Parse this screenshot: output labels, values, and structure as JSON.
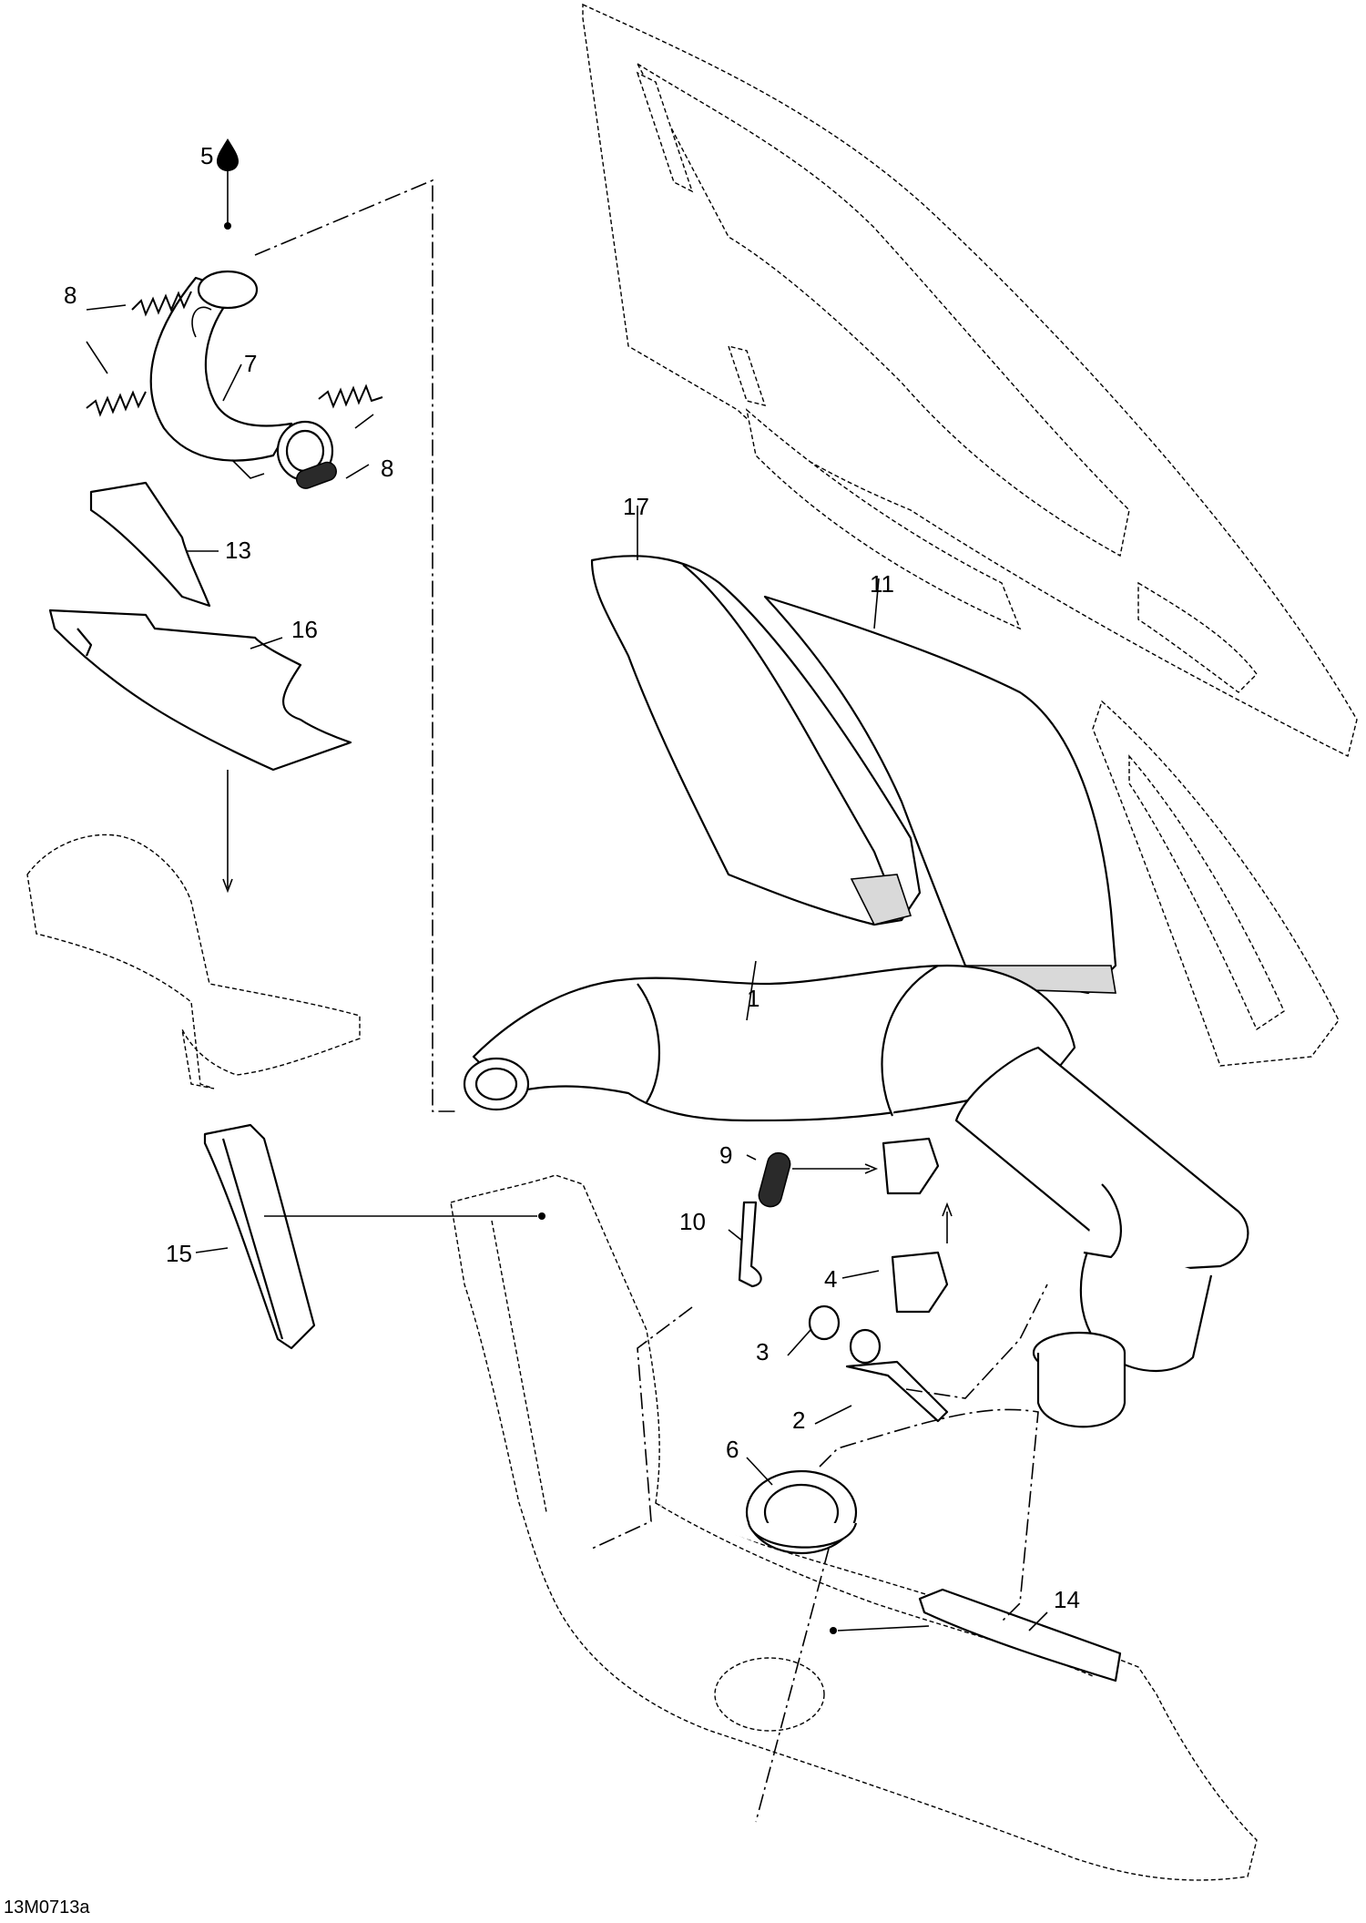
{
  "drawing_code": "13M0713a",
  "callouts": [
    {
      "id": "1",
      "text": "1"
    },
    {
      "id": "2",
      "text": "2"
    },
    {
      "id": "3",
      "text": "3"
    },
    {
      "id": "4",
      "text": "4"
    },
    {
      "id": "5",
      "text": "5"
    },
    {
      "id": "6",
      "text": "6"
    },
    {
      "id": "7",
      "text": "7"
    },
    {
      "id": "8a",
      "text": "8"
    },
    {
      "id": "8b",
      "text": "8"
    },
    {
      "id": "9",
      "text": "9"
    },
    {
      "id": "10",
      "text": "10"
    },
    {
      "id": "11",
      "text": "11"
    },
    {
      "id": "13",
      "text": "13"
    },
    {
      "id": "14",
      "text": "14"
    },
    {
      "id": "15",
      "text": "15"
    },
    {
      "id": "16",
      "text": "16"
    },
    {
      "id": "17",
      "text": "17"
    }
  ],
  "icons": {
    "lubricant": "oil-drop-icon"
  }
}
